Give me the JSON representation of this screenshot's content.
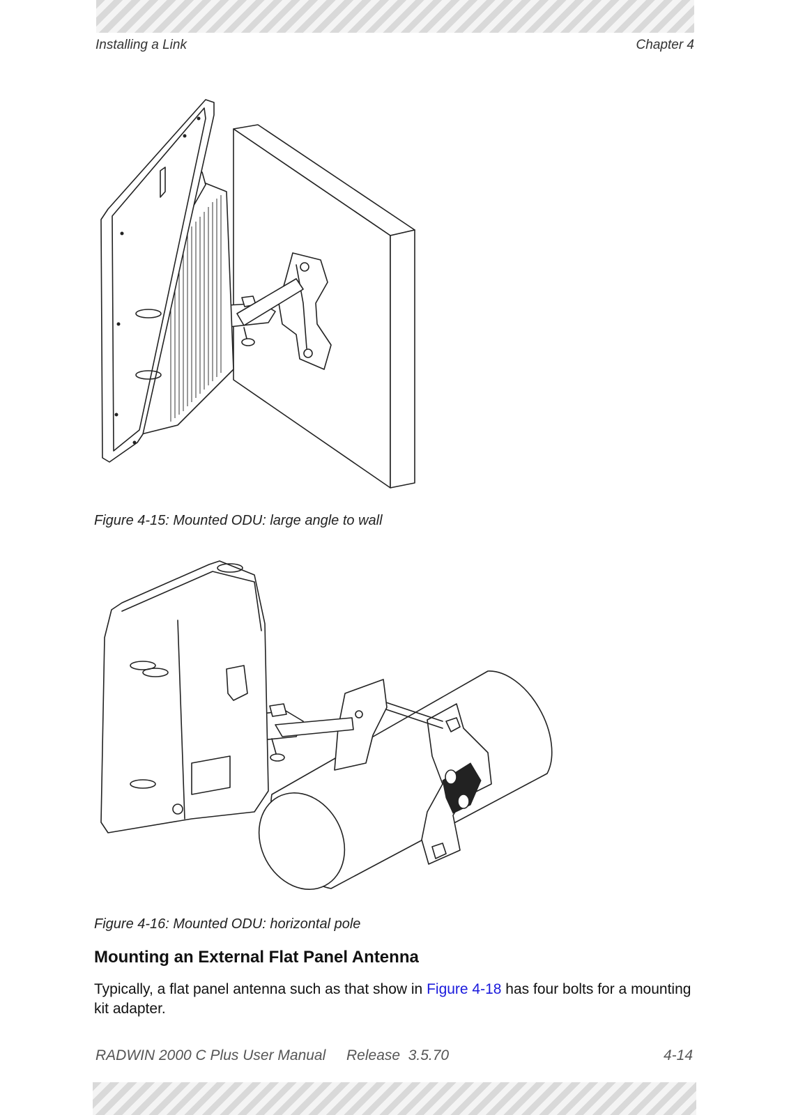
{
  "header": {
    "section": "Installing a Link",
    "chapter": "Chapter 4"
  },
  "figures": [
    {
      "caption": "Figure 4-15: Mounted ODU: large angle to wall",
      "icon": "odu-wall-mount-illustration"
    },
    {
      "caption": "Figure 4-16: Mounted ODU: horizontal pole",
      "icon": "odu-horizontal-pole-illustration"
    }
  ],
  "section": {
    "heading": "Mounting an External Flat Panel Antenna",
    "para_before_link": "Typically, a flat panel antenna such as that show in ",
    "link_text": "Figure 4-18",
    "para_after_link": " has four bolts for a mounting kit adapter."
  },
  "footer": {
    "manual": "RADWIN 2000 C Plus User Manual",
    "release": "Release  3.5.70",
    "page": "4-14"
  },
  "colors": {
    "link": "#1a1adc",
    "hatch": "#d9d9d9"
  }
}
